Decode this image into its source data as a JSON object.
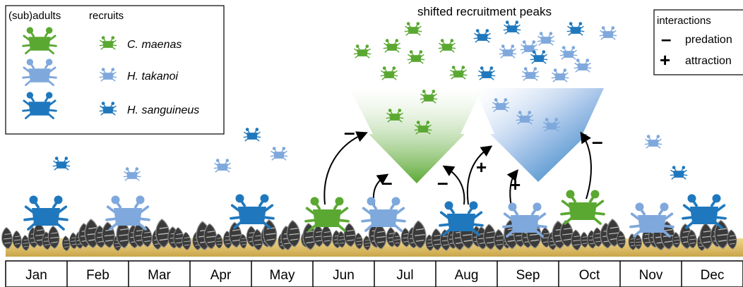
{
  "title": "shifted recruitment peaks",
  "legend": {
    "adults_header": "(sub)adults",
    "recruits_header": "recruits",
    "species": [
      {
        "name": "C. maenas",
        "color": "#5aa832"
      },
      {
        "name": "H. takanoi",
        "color": "#7fa8dc"
      },
      {
        "name": "H. sanguineus",
        "color": "#1f78bd"
      }
    ]
  },
  "interactions": {
    "header": "interactions",
    "items": [
      {
        "symbol": "–",
        "label": "predation"
      },
      {
        "symbol": "+",
        "label": "attraction"
      }
    ]
  },
  "annotations": {
    "minus": "–",
    "plus": "+"
  },
  "months": [
    "Jan",
    "Feb",
    "Mar",
    "Apr",
    "May",
    "Jun",
    "Jul",
    "Aug",
    "Sep",
    "Oct",
    "Nov",
    "Dec"
  ],
  "colors": {
    "green": "#5aa832",
    "light_blue": "#7fa8dc",
    "dark_blue": "#1f78bd",
    "sand": "#e3c26a",
    "mussel": "#3c3c3c"
  },
  "icons": {
    "crab": "crab-icon",
    "mussel": "mussel-icon",
    "arrow": "curved-arrow-icon"
  }
}
